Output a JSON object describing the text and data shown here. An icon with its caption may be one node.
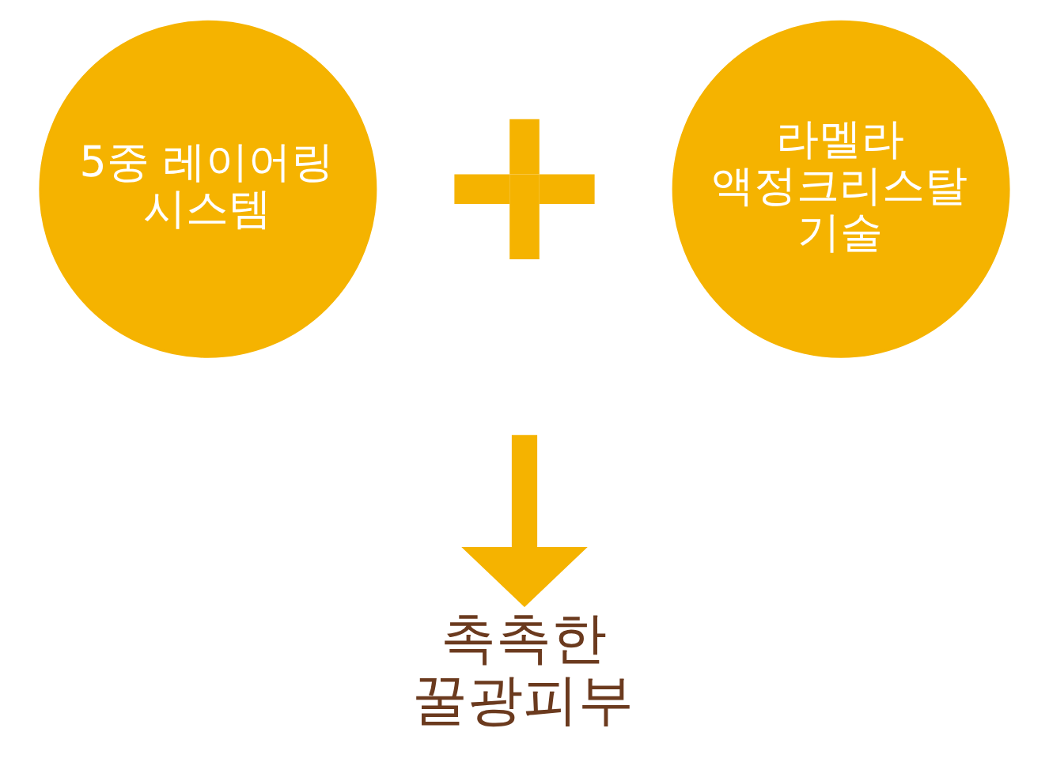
{
  "diagram": {
    "nodes": [
      {
        "text": [
          "5중 레이어링 시스템"
        ]
      },
      {
        "text": [],
        "shape": "plus"
      },
      {
        "text": [
          "라멜라 액정크리스탈 기술"
        ]
      },
      {
        "text": [
          "촉촉한 꿀광피부"
        ]
      }
    ],
    "edges": [
      {
        "from": null,
        "to": 3,
        "arrow": "to"
      }
    ]
  }
}
